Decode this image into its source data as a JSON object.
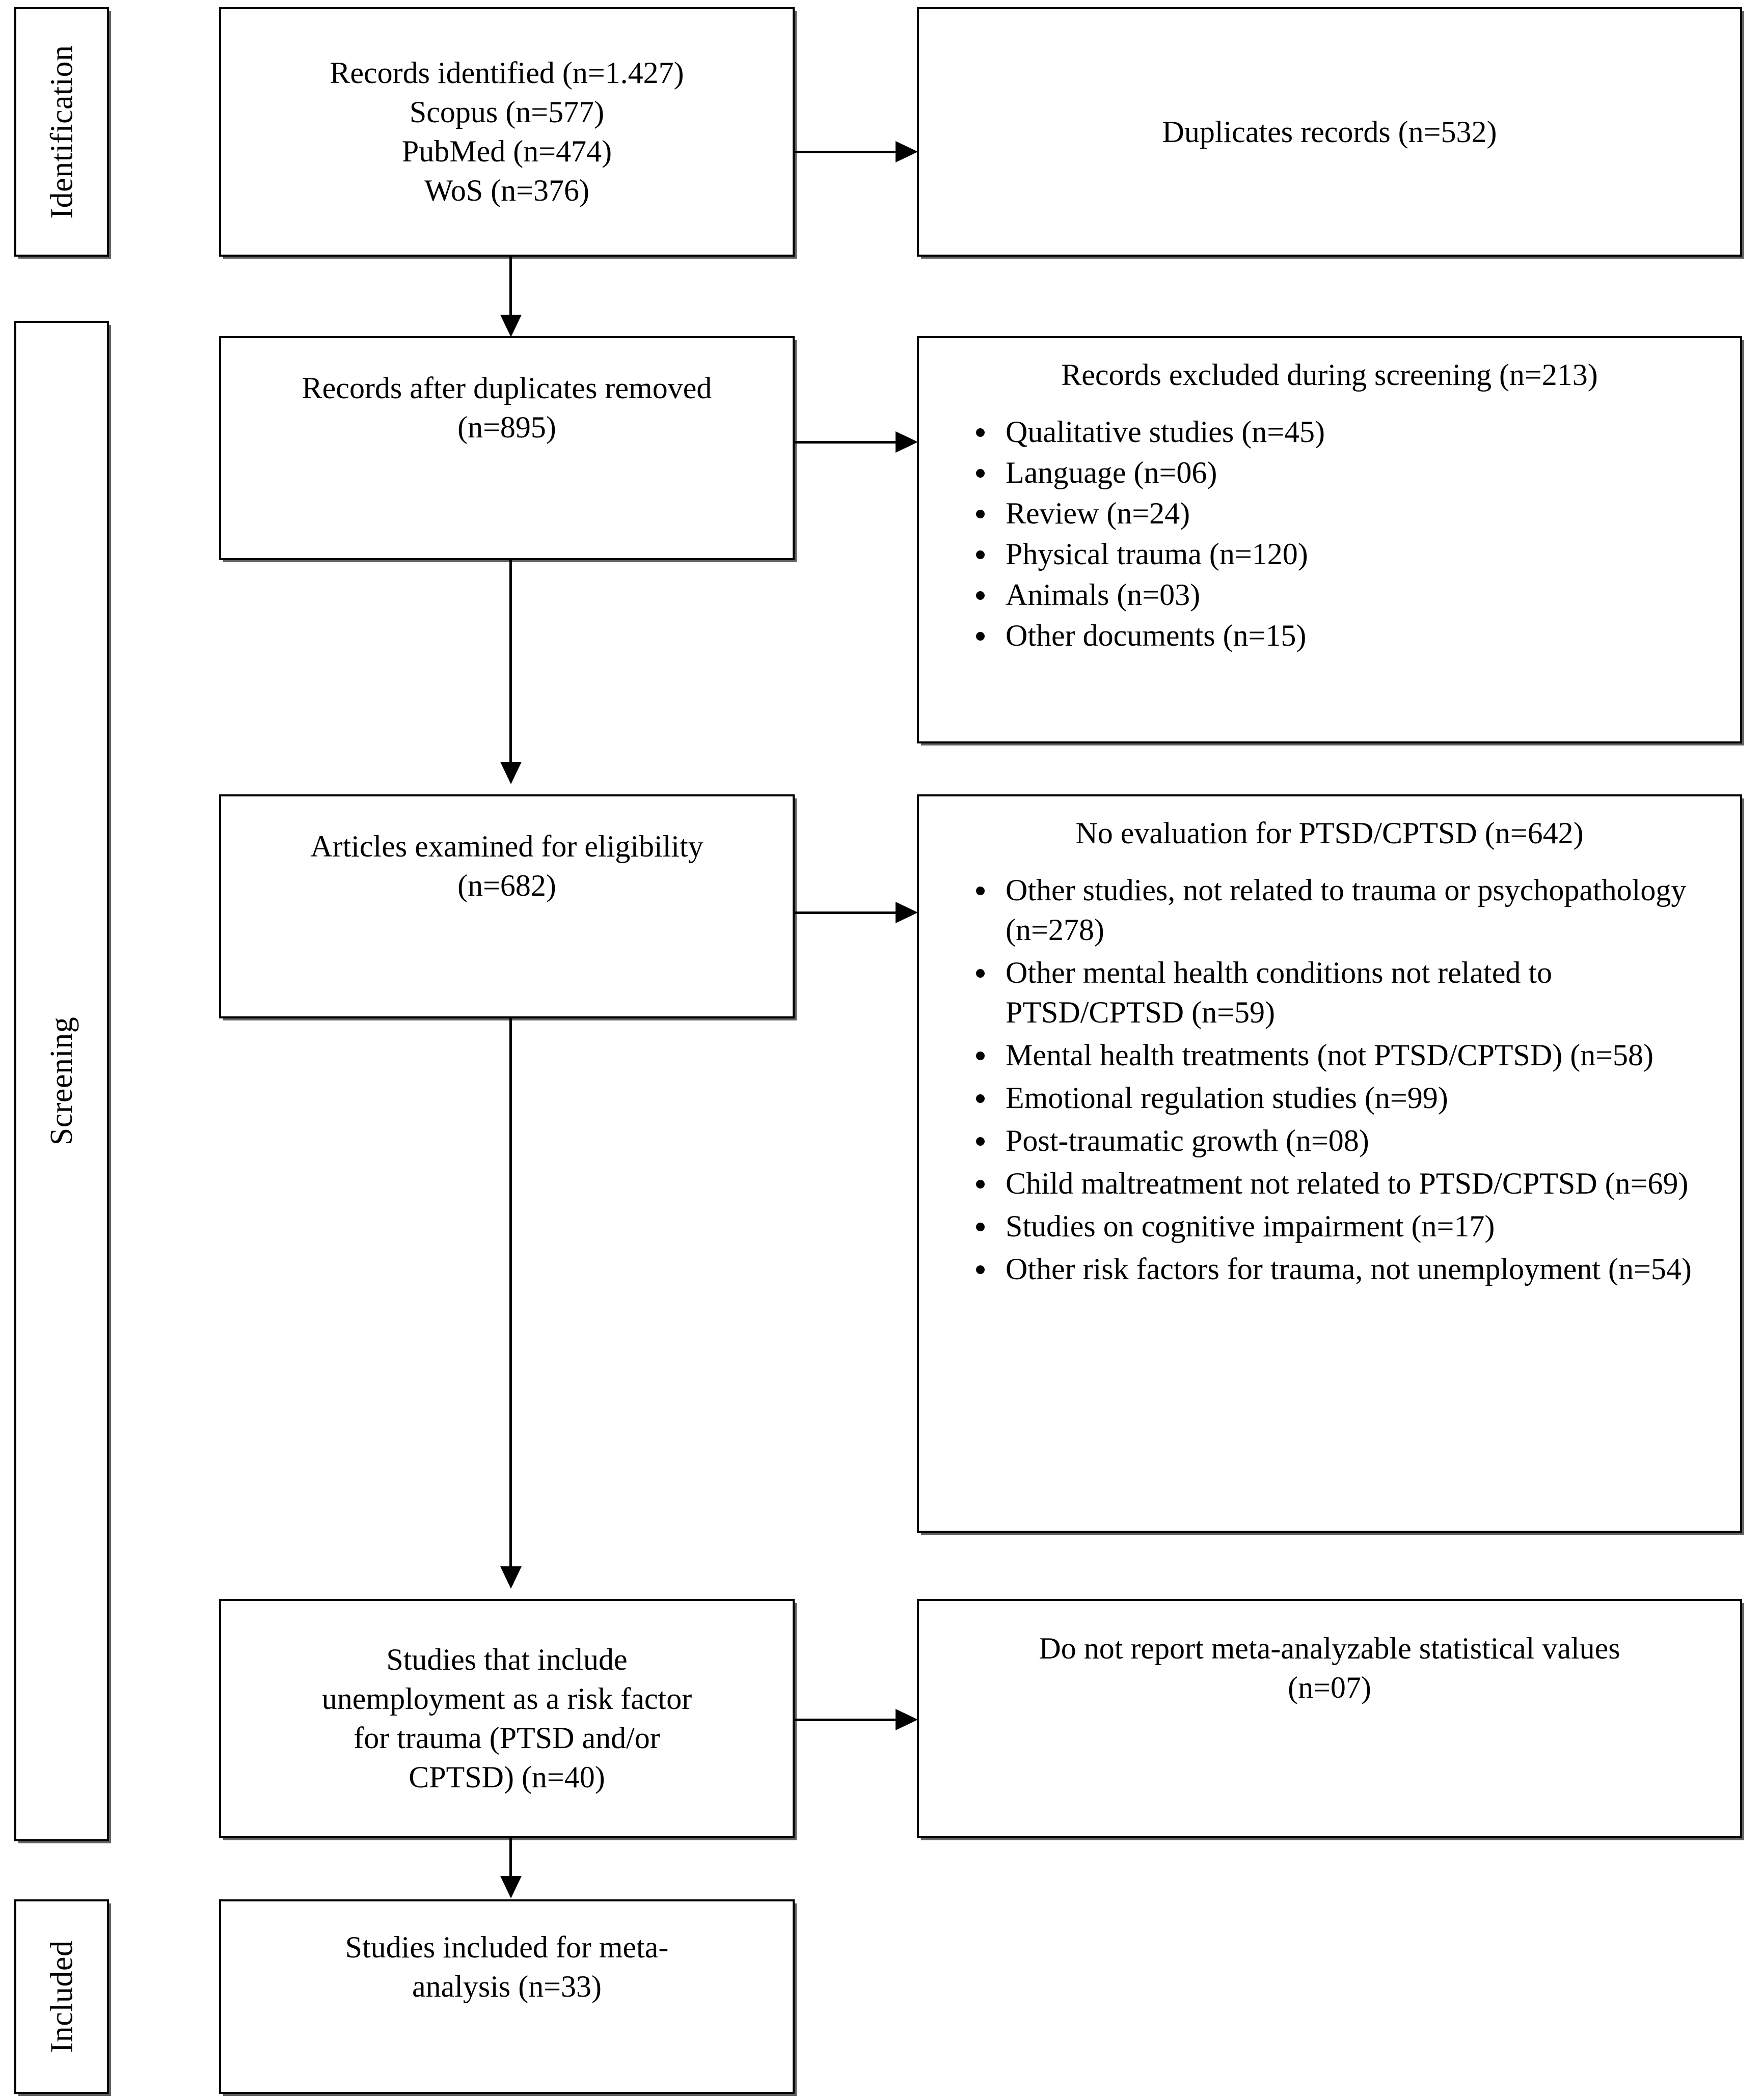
{
  "diagram": {
    "type": "prisma-flow-diagram",
    "stages": [
      {
        "key": "identification",
        "label": "Identification"
      },
      {
        "key": "screening",
        "label": "Screening"
      },
      {
        "key": "included",
        "label": "Included"
      }
    ]
  },
  "boxes": {
    "records_identified": {
      "text": "Records identified (n=1.427)\nScopus (n=577)\nPubMed (n=474)\nWoS (n=376)"
    },
    "duplicates": {
      "text": "Duplicates records (n=532)"
    },
    "after_duplicates": {
      "text": "Records after duplicates removed\n(n=895)"
    },
    "excluded_screening": {
      "heading": "Records excluded during screening (n=213)",
      "items": [
        "Qualitative studies (n=45)",
        "Language (n=06)",
        "Review (n=24)",
        "Physical trauma (n=120)",
        "Animals (n=03)",
        "Other documents (n=15)"
      ]
    },
    "eligibility": {
      "text": "Articles examined for eligibility\n(n=682)"
    },
    "no_evaluation": {
      "heading": "No evaluation for PTSD/CPTSD (n=642)",
      "items": [
        "Other studies, not related to trauma or psychopathology (n=278)",
        "Other mental health conditions not related to PTSD/CPTSD (n=59)",
        "Mental health treatments (not PTSD/CPTSD) (n=58)",
        "Emotional regulation studies (n=99)",
        "Post-traumatic growth (n=08)",
        "Child maltreatment not related to PTSD/CPTSD (n=69)",
        "Studies on cognitive impairment (n=17)",
        "Other risk factors for trauma, not unemployment (n=54)"
      ]
    },
    "unemployment_risk": {
      "text": "Studies that include\nunemployment as a risk factor\nfor trauma (PTSD and/or\nCPTSD) (n=40)"
    },
    "not_meta_analyzable": {
      "text": "Do not report meta-analyzable statistical values\n(n=07)"
    },
    "included_meta": {
      "text": "Studies included for meta-\nanalysis (n=33)"
    }
  },
  "colors": {
    "line": "#000000",
    "box_border": "#000000",
    "box_fill": "#ffffff",
    "shadow": "#464646",
    "text": "#000000"
  }
}
